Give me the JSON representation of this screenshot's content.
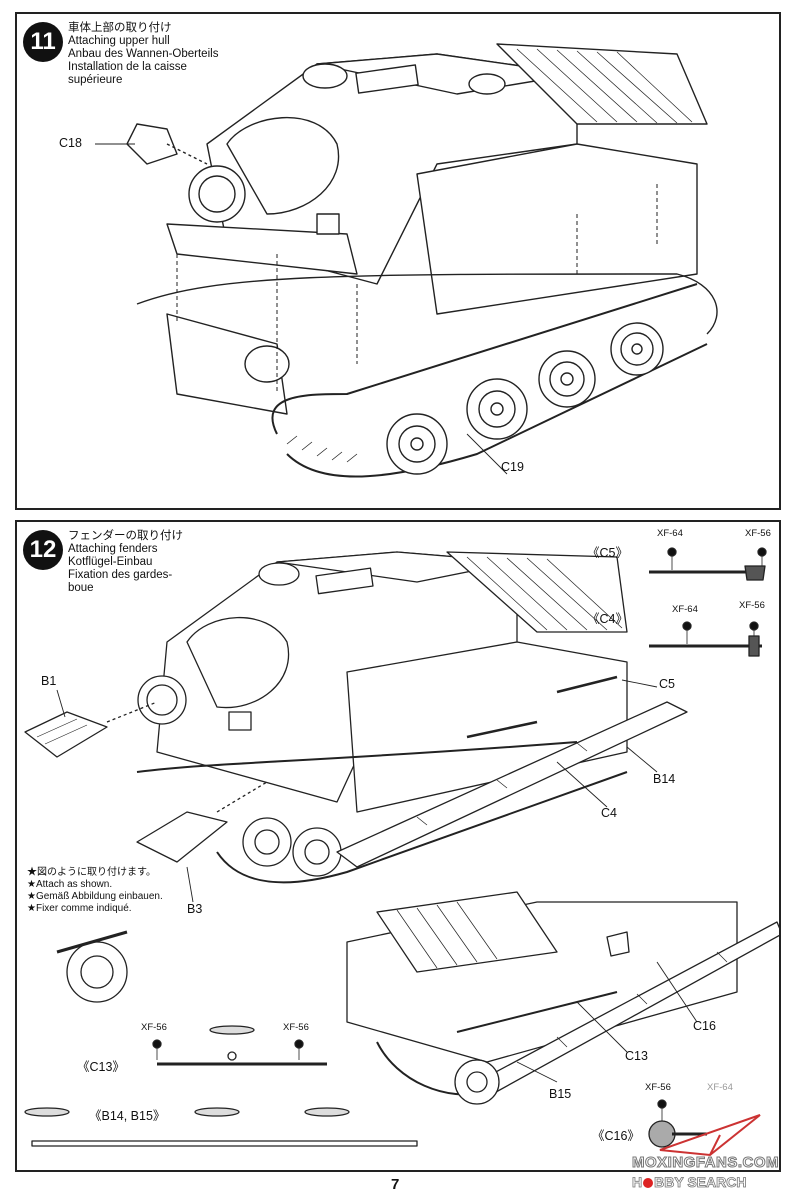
{
  "step11": {
    "number": "11",
    "title_ja": "車体上部の取り付け",
    "title_en": "Attaching upper hull",
    "title_de": "Anbau des Wannen-Oberteils",
    "title_fr1": "Installation de la caisse",
    "title_fr2": "supérieure",
    "parts": {
      "c18": "C18",
      "c19": "C19"
    }
  },
  "step12": {
    "number": "12",
    "title_ja": "フェンダーの取り付け",
    "title_en": "Attaching fenders",
    "title_de": "Kotflügel-Einbau",
    "title_fr1": "Fixation des gardes-",
    "title_fr2": "boue",
    "parts": {
      "b1": "B1",
      "b3": "B3",
      "b14": "B14",
      "b15": "B15",
      "c4": "C4",
      "c5": "C5",
      "c13": "C13",
      "c16": "C16"
    },
    "note": {
      "ja": "★図のように取り付けます。",
      "en": "★Attach as shown.",
      "de": "★Gemäß Abbildung einbauen.",
      "fr": "★Fixer comme indiqué."
    },
    "paint": {
      "c5_label": "《C5》",
      "c5_left": "XF-64",
      "c5_right": "XF-56",
      "c4_label": "《C4》",
      "c4_left": "XF-64",
      "c4_right": "XF-56",
      "c13_label": "《C13》",
      "c13_left": "XF-56",
      "c13_right": "XF-56",
      "b14b15_label": "《B14, B15》",
      "c16_label": "《C16》",
      "c16_top": "XF-56",
      "c16_partial": "XF-64"
    }
  },
  "page_number": "7",
  "watermark": {
    "line1": "MOXINGFANS.COM",
    "line2a": "H",
    "line2b": "BBY SEARCH"
  }
}
